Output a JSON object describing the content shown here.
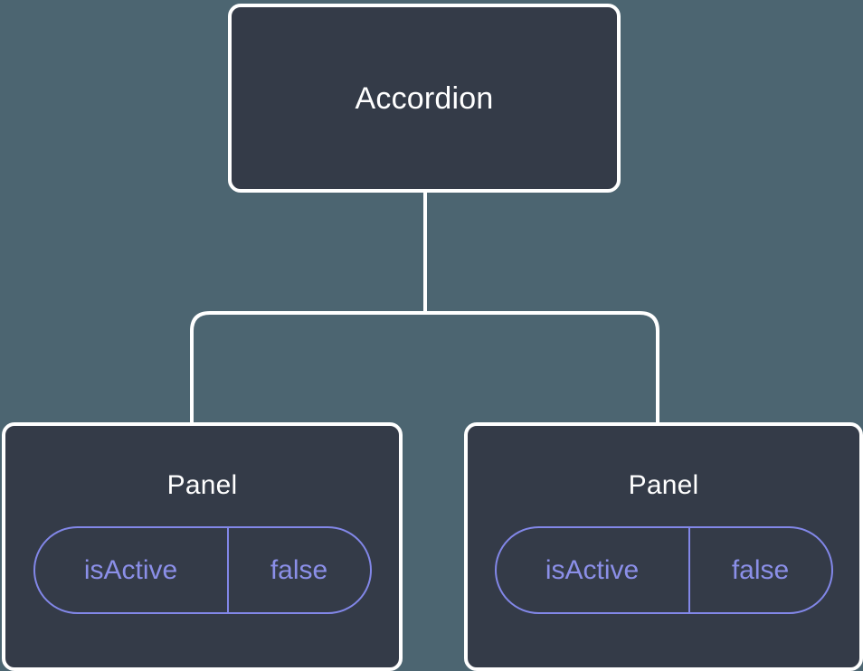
{
  "diagram": {
    "type": "component-tree",
    "background_color": "#4c6571",
    "node_fill_color": "#343b48",
    "node_border_color": "#ffffff",
    "edge_color": "#ffffff",
    "title_text_color": "#ffffff",
    "pill_border_color": "#8287e8",
    "pill_text_color": "#8b8fe8",
    "root": {
      "label": "Accordion"
    },
    "children": [
      {
        "label": "Panel",
        "state": {
          "key": "isActive",
          "value": "false"
        }
      },
      {
        "label": "Panel",
        "state": {
          "key": "isActive",
          "value": "false"
        }
      }
    ]
  }
}
